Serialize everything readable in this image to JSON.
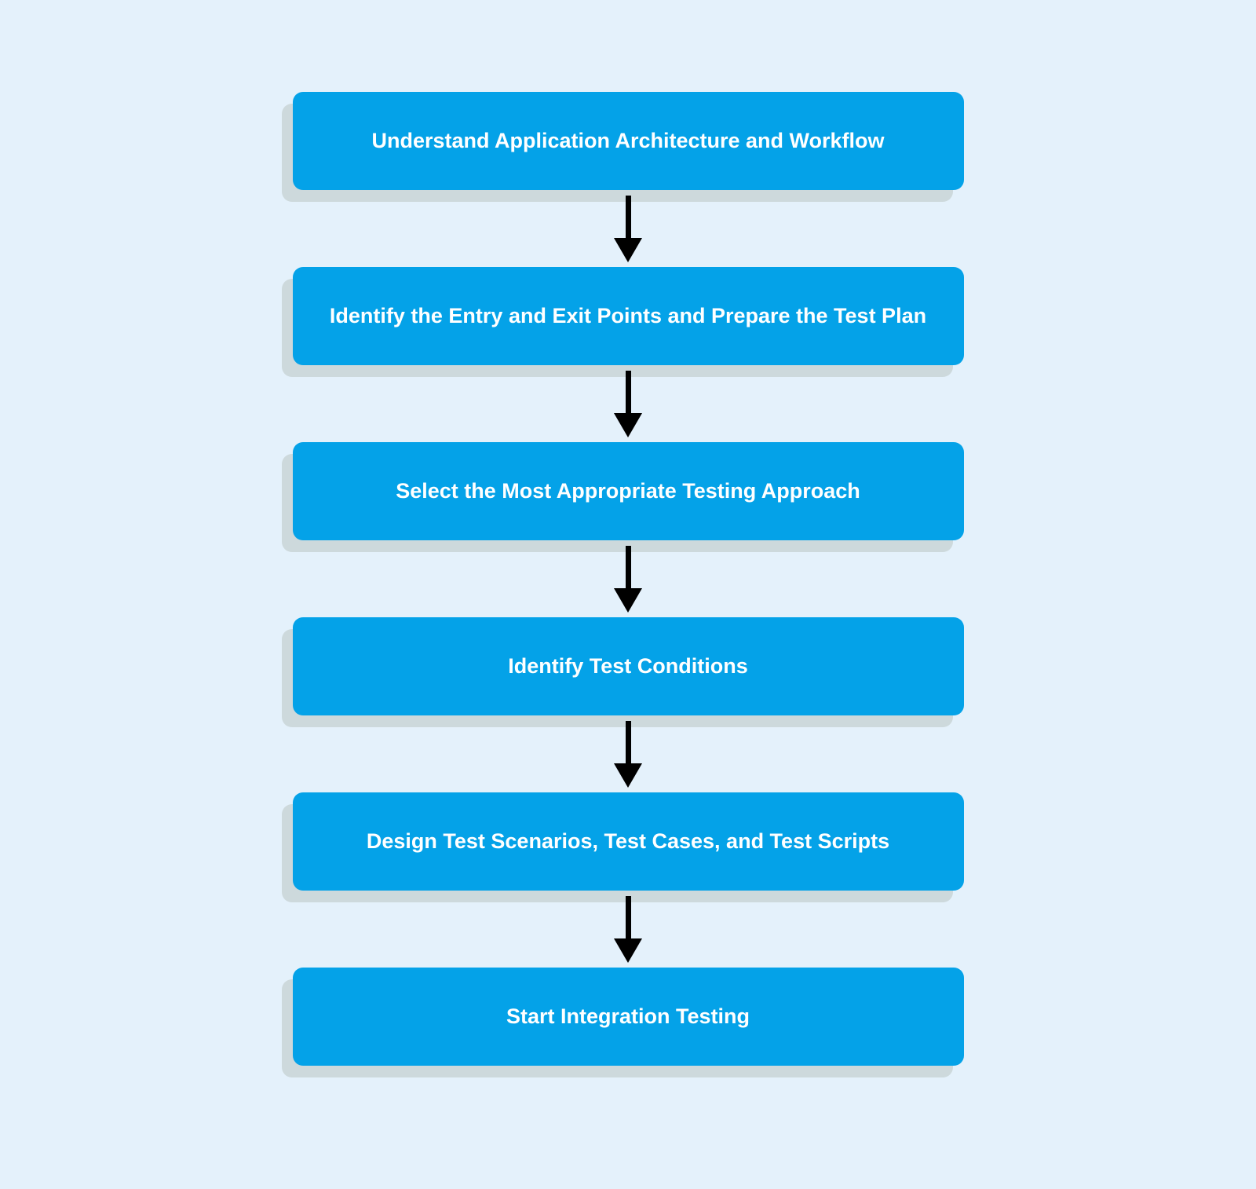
{
  "page": {
    "background_color": "#e4f1fb"
  },
  "flowchart": {
    "box_color": "#04a2e8",
    "shadow_color": "#cdd9dc",
    "arrow_color": "#000000",
    "text_color": "#ffffff",
    "steps": [
      {
        "label": "Understand Application Architecture and Workflow"
      },
      {
        "label": "Identify the Entry and Exit Points and Prepare the Test Plan"
      },
      {
        "label": "Select the Most Appropriate Testing Approach"
      },
      {
        "label": "Identify Test Conditions"
      },
      {
        "label": "Design Test Scenarios, Test Cases, and Test Scripts"
      },
      {
        "label": "Start Integration Testing"
      }
    ]
  }
}
